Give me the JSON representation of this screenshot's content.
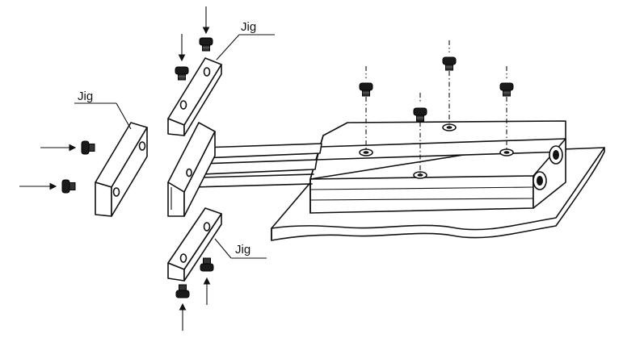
{
  "labels": {
    "jig_top": "Jig",
    "jig_left": "Jig",
    "jig_bottom": "Jig"
  },
  "colors": {
    "line": "#111111",
    "screw": "#1a1a1a",
    "background": "#ffffff"
  }
}
